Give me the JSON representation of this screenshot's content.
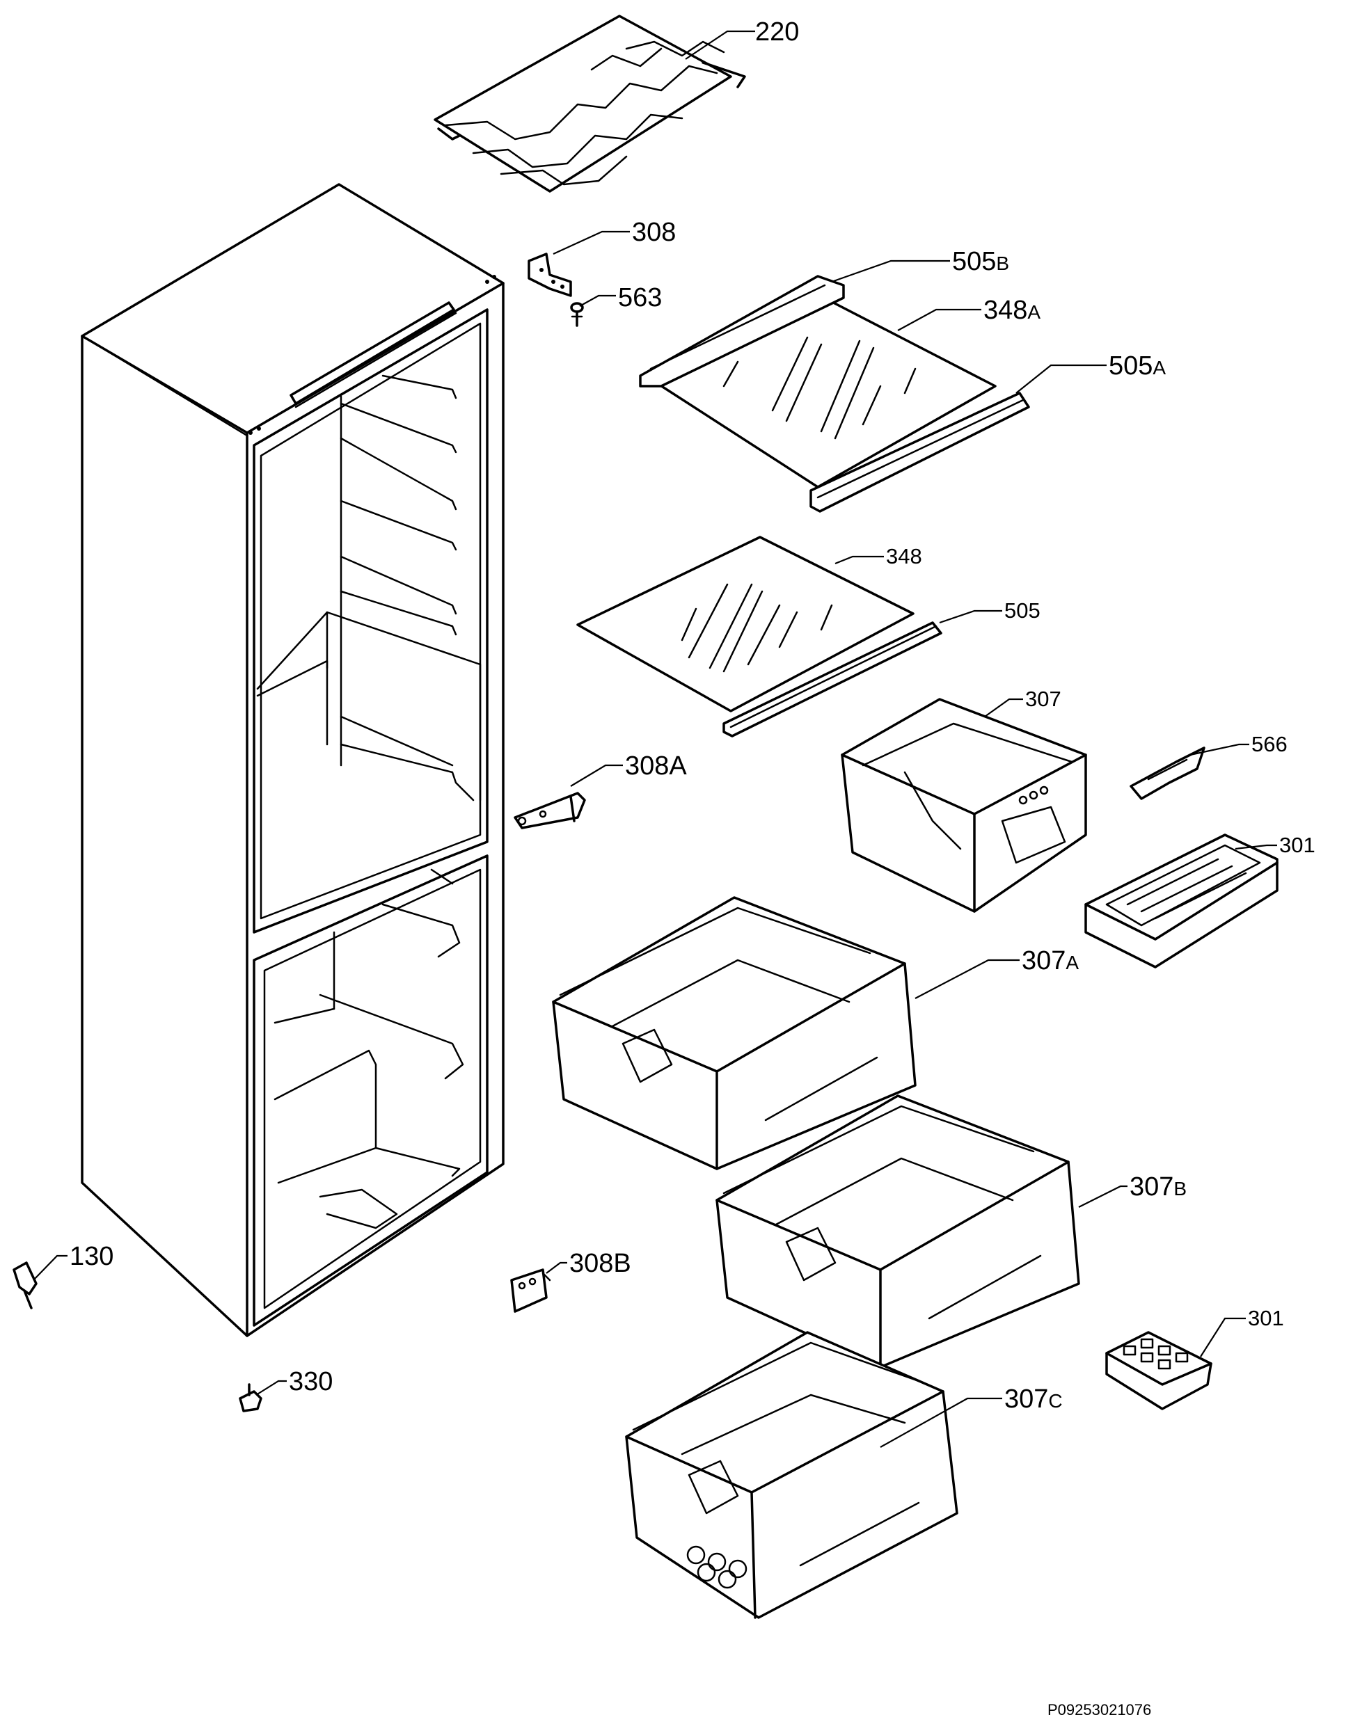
{
  "parts": [
    {
      "id": "220",
      "num": "220",
      "suffix": ""
    },
    {
      "id": "308",
      "num": "308",
      "suffix": ""
    },
    {
      "id": "563",
      "num": "563",
      "suffix": ""
    },
    {
      "id": "505b",
      "num": "505",
      "suffix": "B"
    },
    {
      "id": "348a",
      "num": "348",
      "suffix": "A"
    },
    {
      "id": "505a",
      "num": "505",
      "suffix": "A"
    },
    {
      "id": "348",
      "num": "348",
      "suffix": ""
    },
    {
      "id": "505",
      "num": "505",
      "suffix": ""
    },
    {
      "id": "307",
      "num": "307",
      "suffix": ""
    },
    {
      "id": "566",
      "num": "566",
      "suffix": ""
    },
    {
      "id": "308a",
      "num": "308A",
      "suffix": ""
    },
    {
      "id": "301-upper",
      "num": "301",
      "suffix": ""
    },
    {
      "id": "307a",
      "num": "307",
      "suffix": "A"
    },
    {
      "id": "307b",
      "num": "307",
      "suffix": "B"
    },
    {
      "id": "130",
      "num": "130",
      "suffix": ""
    },
    {
      "id": "308b",
      "num": "308B",
      "suffix": ""
    },
    {
      "id": "301-lower",
      "num": "301",
      "suffix": ""
    },
    {
      "id": "330",
      "num": "330",
      "suffix": ""
    },
    {
      "id": "307c",
      "num": "307",
      "suffix": "C"
    }
  ],
  "document_code": "P09253021076"
}
